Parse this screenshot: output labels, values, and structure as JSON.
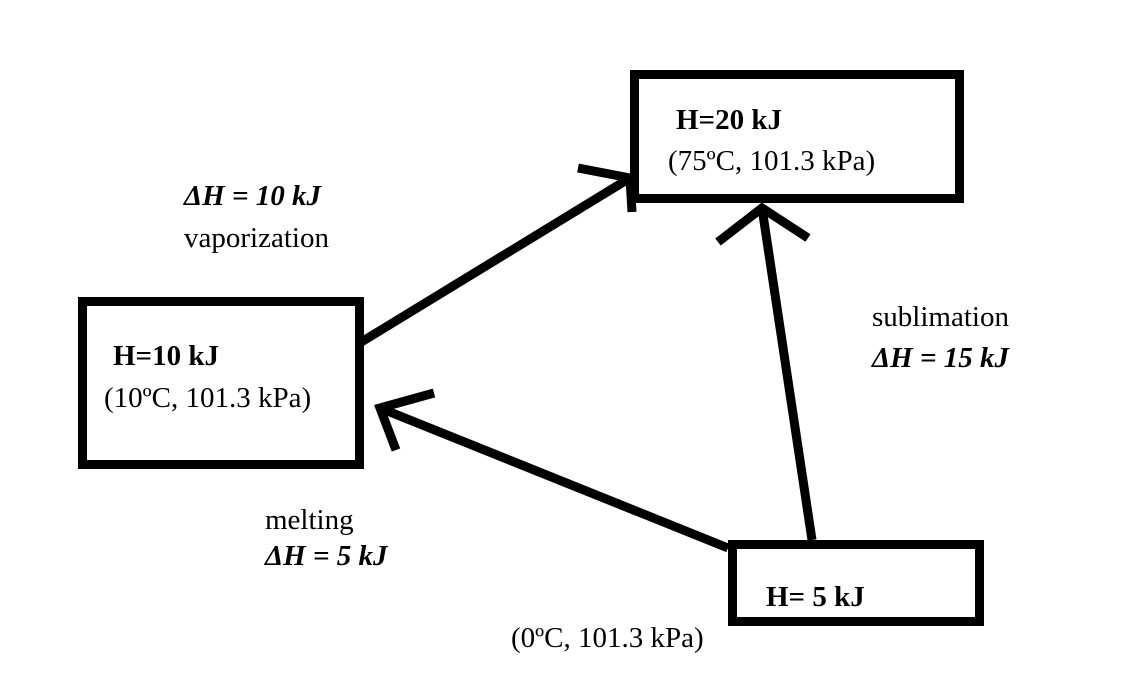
{
  "states": {
    "gas": {
      "enthalpy": "H=20 kJ",
      "conditions": "(75ºC, 101.3 kPa)"
    },
    "liquid": {
      "enthalpy": "H=10 kJ",
      "conditions": "(10ºC, 101.3 kPa)"
    },
    "solid": {
      "enthalpy": "H= 5 kJ",
      "conditions": "(0ºC, 101.3 kPa)"
    }
  },
  "transitions": {
    "vaporization": {
      "label": "vaporization",
      "delta_h": "ΔH = 10 kJ"
    },
    "sublimation": {
      "label": "sublimation",
      "delta_h": "ΔH = 15 kJ"
    },
    "melting": {
      "label": "melting",
      "delta_h": "ΔH = 5 kJ"
    }
  }
}
